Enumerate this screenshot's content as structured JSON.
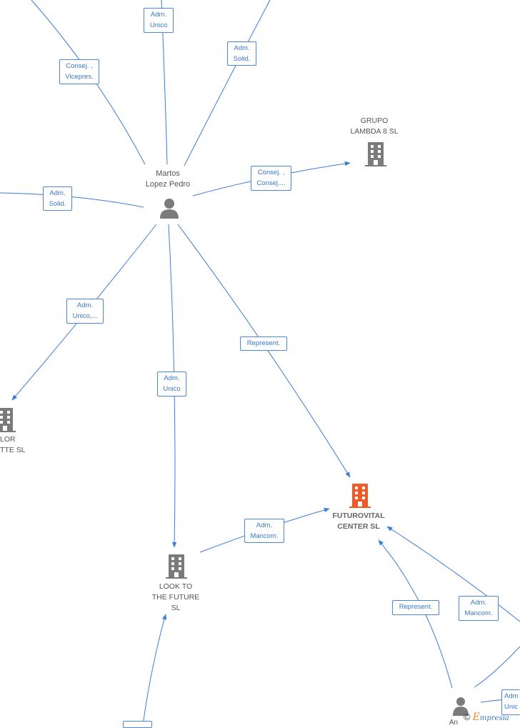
{
  "colors": {
    "edge": "#3b7dd8",
    "label_border": "#4a86d8",
    "label_text": "#3b77c9",
    "node_icon": "#7b7b7b",
    "highlight_icon": "#f05a28"
  },
  "nodes": {
    "martos": {
      "line1": "Martos",
      "line2": "Lopez Pedro"
    },
    "grupo": {
      "line1": "GRUPO",
      "line2": "LAMBDA 8 SL"
    },
    "futurovital": {
      "line1": "FUTUROVITAL",
      "line2": "CENTER  SL"
    },
    "look": {
      "line1": "LOOK TO",
      "line2": "THE FUTURE",
      "line3": "SL"
    },
    "left_company": {
      "line1": "LOR",
      "line2": "TTE  SL"
    },
    "bottom_person": {
      "line1": "An"
    }
  },
  "edges": {
    "adm_unico_top": {
      "line1": "Adm.",
      "line2": "Unico"
    },
    "adm_solid_top": {
      "line1": "Adm.",
      "line2": "Solid."
    },
    "consej_vicepres": {
      "line1": "Consej. ,",
      "line2": "Vicepres."
    },
    "consej_grupo": {
      "line1": "Consej. ,",
      "line2": "Consej...."
    },
    "adm_solid_left": {
      "line1": "Adm.",
      "line2": "Solid."
    },
    "adm_unico_lor": {
      "line1": "Adm.",
      "line2": "Unico,..."
    },
    "adm_unico_look": {
      "line1": "Adm.",
      "line2": "Unico"
    },
    "represent_futuro": {
      "line1": "Represent."
    },
    "adm_mancom_look": {
      "line1": "Adm.",
      "line2": "Mancom."
    },
    "represent_bottom": {
      "line1": "Represent."
    },
    "adm_mancom_bottom": {
      "line1": "Adm.",
      "line2": "Mancom."
    },
    "adm_unic_bottom": {
      "line1": "Adm",
      "line2": "Unic"
    }
  },
  "footer": {
    "copyright": "©",
    "brand_initial": "E",
    "brand_rest": "mpresia"
  }
}
